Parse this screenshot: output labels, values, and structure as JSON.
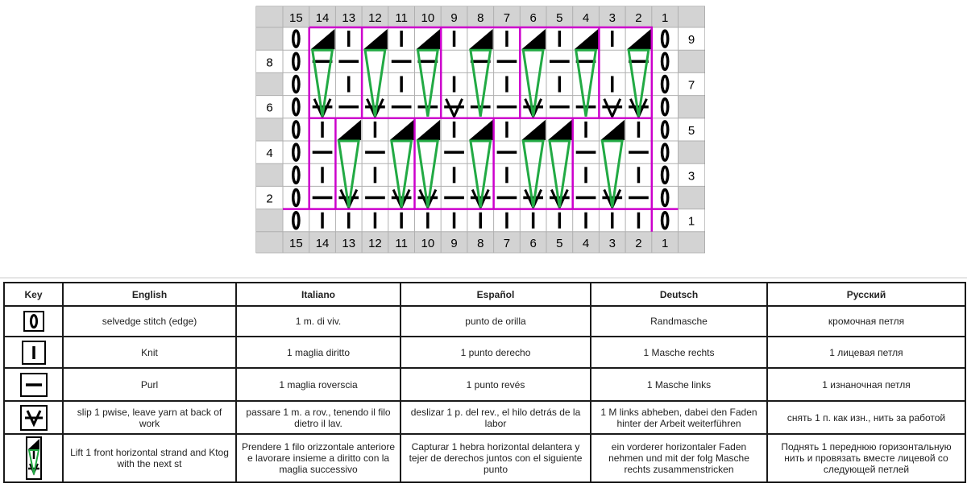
{
  "chart": {
    "columns": [
      "15",
      "14",
      "13",
      "12",
      "11",
      "10",
      "9",
      "8",
      "7",
      "6",
      "5",
      "4",
      "3",
      "2",
      "1"
    ],
    "right_row_labels": [
      "9",
      "7",
      "5",
      "3",
      "1"
    ],
    "left_row_labels": [
      "8",
      "6",
      "4",
      "2"
    ],
    "grid": [
      [
        "S",
        "L",
        "K",
        "L",
        "K",
        "L",
        "K",
        "L",
        "K",
        "L",
        "K",
        "L",
        "K",
        "L",
        "S"
      ],
      [
        "S",
        "P",
        "P",
        "A",
        "P",
        "P",
        "A",
        "P",
        "P",
        "A",
        "P",
        "P",
        "A",
        "P",
        "S"
      ],
      [
        "S",
        "A",
        "K",
        "A",
        "K",
        "A",
        "K",
        "A",
        "K",
        "A",
        "K",
        "A",
        "K",
        "A",
        "S"
      ],
      [
        "S",
        "V",
        "P",
        "V",
        "P",
        "P",
        "V",
        "P",
        "P",
        "V",
        "P",
        "P",
        "V",
        "V",
        "S"
      ],
      [
        "S",
        "K",
        "L",
        "K",
        "L",
        "L",
        "K",
        "L",
        "K",
        "L",
        "L",
        "K",
        "L",
        "K",
        "S"
      ],
      [
        "S",
        "P",
        "A",
        "P",
        "A",
        "A",
        "P",
        "A",
        "P",
        "A",
        "A",
        "P",
        "A",
        "P",
        "S"
      ],
      [
        "S",
        "K",
        "A",
        "K",
        "A",
        "A",
        "K",
        "A",
        "K",
        "A",
        "A",
        "K",
        "A",
        "K",
        "S"
      ],
      [
        "S",
        "P",
        "V",
        "P",
        "V",
        "V",
        "P",
        "V",
        "P",
        "V",
        "V",
        "P",
        "V",
        "P",
        "S"
      ],
      [
        "S",
        "K",
        "K",
        "K",
        "K",
        "K",
        "K",
        "K",
        "K",
        "K",
        "K",
        "K",
        "K",
        "K",
        "S"
      ]
    ],
    "colors": {
      "outline": "#cc00cc",
      "arrow": "#22aa44",
      "header_bg": "#d3d3d3",
      "grid_line": "#b0b0b0"
    }
  },
  "key": {
    "headers": [
      "Key",
      "English",
      "Italiano",
      "Español",
      "Deutsch",
      "Русский"
    ],
    "rows": [
      {
        "symbol": "selvedge-icon",
        "en": "selvedge stitch (edge)",
        "it": "1 m. di viv.",
        "es": "punto de orilla",
        "de": "Randmasche",
        "ru": "кромочная петля"
      },
      {
        "symbol": "knit-icon",
        "en": "Knit",
        "it": "1 maglia  diritto",
        "es": "1 punto derecho",
        "de": "1 Masche rechts",
        "ru": "1 лицевая петля"
      },
      {
        "symbol": "purl-icon",
        "en": "Purl",
        "it": "1 maglia roverscia",
        "es": "1 punto revés",
        "de": "1 Masche links",
        "ru": "1 изнаночная петля"
      },
      {
        "symbol": "slip-icon",
        "en": "slip 1 pwise, leave yarn at back of work",
        "it": "passare 1 m. a rov., tenendo il filo dietro il lav.",
        "es": "deslizar 1 p. del rev., el hilo detrás de la labor",
        "de": "1 M links abheben, dabei den Faden hinter der Arbeit weiterführen",
        "ru": "снять 1 п. как изн., нить за работой"
      },
      {
        "symbol": "lift-strand-icon",
        "en": "Lift 1 front horizontal strand and Ktog with the next st",
        "it": "Prendere 1 filo orizzontale anteriore e lavorare insieme a diritto con la maglia successivo",
        "es": "Capturar 1 hebra horizontal delantera y tejer de derechos juntos con el siguiente punto",
        "de": "ein vorderer horizontaler Faden nehmen und mit der folg Masche rechts zusammenstricken",
        "ru": "Поднять 1 переднюю горизонтальную нить и провязать вместе лицевой со следующей петлей"
      }
    ]
  }
}
